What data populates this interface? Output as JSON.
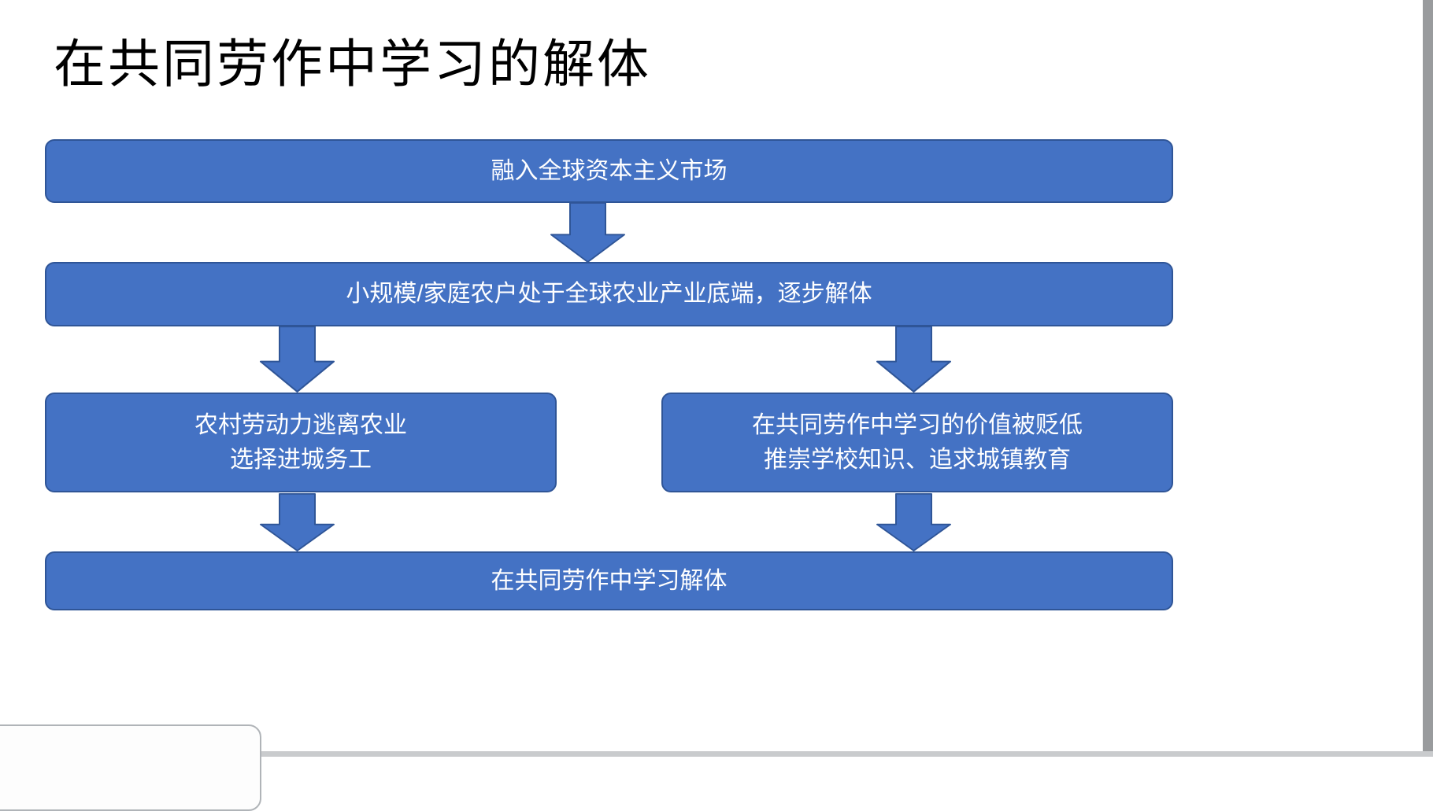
{
  "title": "在共同劳作中学习的解体",
  "flow": {
    "top_box": "融入全球资本主义市场",
    "second_box": "小规模/家庭农户处于全球农业产业底端，逐步解体",
    "left_box": {
      "line1": "农村劳动力逃离农业",
      "line2": "选择进城务工"
    },
    "right_box": {
      "line1": "在共同劳作中学习的价值被贬低",
      "line2": "推崇学校知识、追求城镇教育"
    },
    "bottom_box": "在共同劳作中学习解体"
  },
  "colors": {
    "shape_fill": "#4472C4",
    "shape_border": "#2F5597",
    "shape_text": "#FFFFFF",
    "title_text": "#000000"
  }
}
